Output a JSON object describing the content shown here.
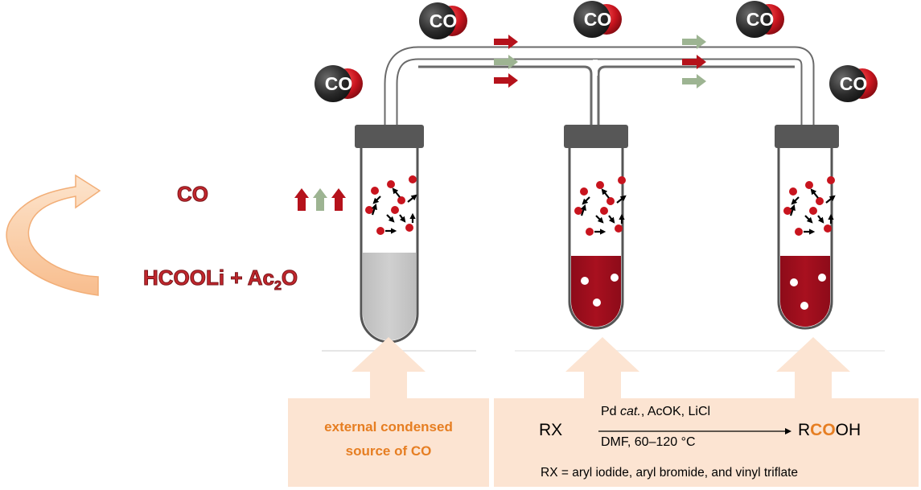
{
  "labels": {
    "co": "CO",
    "reagents_main": "HCOOLi + Ac",
    "reagents_sub": "2",
    "reagents_end": "O",
    "co_badge": "CO"
  },
  "source_box": {
    "line1": "external condensed",
    "line2": "source of CO"
  },
  "reaction": {
    "reactant": "RX",
    "conditions_top_pre": "Pd ",
    "conditions_top_italic": "cat.",
    "conditions_top_post": ", AcOK, LiCl",
    "conditions_bottom": "DMF, 60–120 °C",
    "product_pre": "R",
    "product_highlight": "CO",
    "product_post": "OH",
    "scope": "RX = aryl iodide, aryl bromide, and vinyl triflate"
  },
  "colors": {
    "co_red": "#c1272d",
    "arrow_red": "#b5121b",
    "arrow_green": "#9db492",
    "reaction_liquid": "#a50f1f",
    "source_liquid": "#c8c8c8",
    "cap": "#555555",
    "box_fill": "#fce4d2",
    "accent_orange": "#e67e22"
  }
}
